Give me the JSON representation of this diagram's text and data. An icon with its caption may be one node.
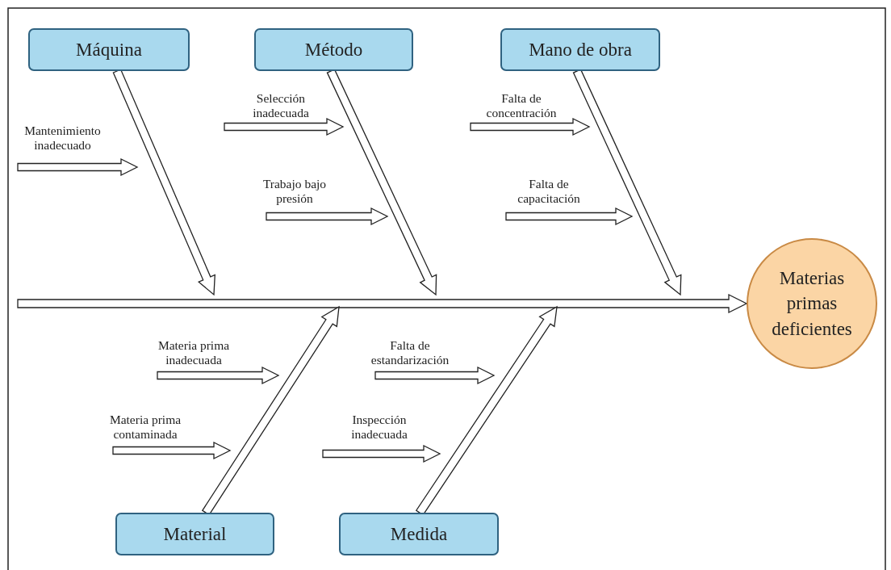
{
  "diagram": {
    "nodes": [
      {
        "text": [
          "Máquina"
        ]
      },
      {
        "text": [
          "Método"
        ]
      },
      {
        "text": [
          "Mano de obra"
        ]
      },
      {
        "text": [
          "Mantenimiento inadecuado"
        ]
      },
      {
        "text": [
          "Selección inadecuada"
        ]
      },
      {
        "text": [
          "Falta de concentración"
        ]
      },
      {
        "text": [
          "Trabajo bajo presión"
        ]
      },
      {
        "text": [
          "Falta de capacitación"
        ]
      },
      {
        "text": [
          "Materias primas deficientes"
        ]
      },
      {
        "text": [
          "Materia prima inadecuada"
        ]
      },
      {
        "text": [
          "Falta de estandarización"
        ]
      },
      {
        "text": [
          "Materia prima contaminada"
        ]
      },
      {
        "text": [
          "Inspección inadecuada"
        ]
      },
      {
        "text": [
          "Material"
        ]
      },
      {
        "text": [
          "Medida"
        ]
      }
    ],
    "edges": [
      {
        "from": null,
        "to": 8,
        "arrow": "to"
      },
      {
        "from": 0,
        "to": null,
        "arrow": "to"
      },
      {
        "from": 1,
        "to": null,
        "arrow": "to"
      },
      {
        "from": 2,
        "to": null,
        "arrow": "to"
      },
      {
        "from": 13,
        "to": null,
        "arrow": "to"
      },
      {
        "from": 14,
        "to": null,
        "arrow": "to"
      },
      {
        "from": 3,
        "to": null,
        "arrow": "to"
      },
      {
        "from": 4,
        "to": null,
        "arrow": "to"
      },
      {
        "from": 5,
        "to": null,
        "arrow": "to"
      },
      {
        "from": 6,
        "to": null,
        "arrow": "to"
      },
      {
        "from": 7,
        "to": null,
        "arrow": "to"
      },
      {
        "from": 9,
        "to": null,
        "arrow": "to"
      },
      {
        "from": 10,
        "to": null,
        "arrow": "to"
      },
      {
        "from": 11,
        "to": null,
        "arrow": "to"
      },
      {
        "from": 12,
        "to": null,
        "arrow": "to"
      }
    ]
  }
}
